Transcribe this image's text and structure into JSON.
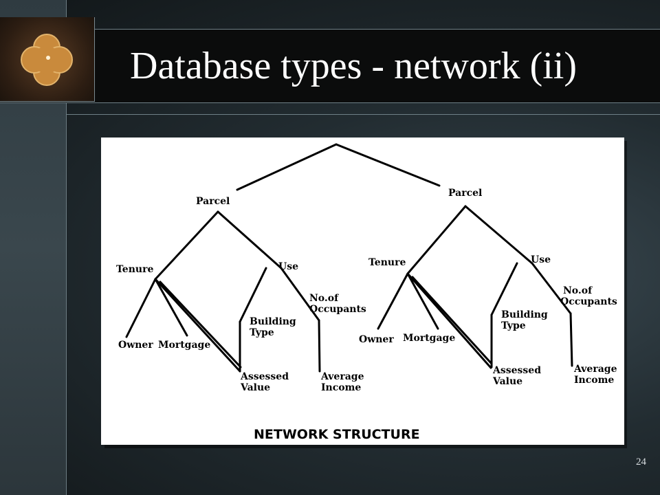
{
  "slide": {
    "title": "Database types - network (ii)",
    "number": "24"
  },
  "logo": {
    "icon": "quatrefoil-logo-icon"
  },
  "diagram": {
    "caption": "NETWORK STRUCTURE",
    "trees": [
      {
        "parcel": "Parcel",
        "tenure": "Tenure",
        "use": "Use",
        "owner": "Owner",
        "mortgage": "Mortgage",
        "building_type": [
          "Building",
          "Type"
        ],
        "occupants": [
          "No.of",
          "Occupants"
        ],
        "assessed_value": [
          "Assessed",
          "Value"
        ],
        "average_income": [
          "Average",
          "Income"
        ]
      },
      {
        "parcel": "Parcel",
        "tenure": "Tenure",
        "use": "Use",
        "owner": "Owner",
        "mortgage": "Mortgage",
        "building_type": [
          "Building",
          "Type"
        ],
        "occupants": [
          "No.of",
          "Occupants"
        ],
        "assessed_value": [
          "Assessed",
          "Value"
        ],
        "average_income": [
          "Average",
          "Income"
        ]
      }
    ]
  }
}
